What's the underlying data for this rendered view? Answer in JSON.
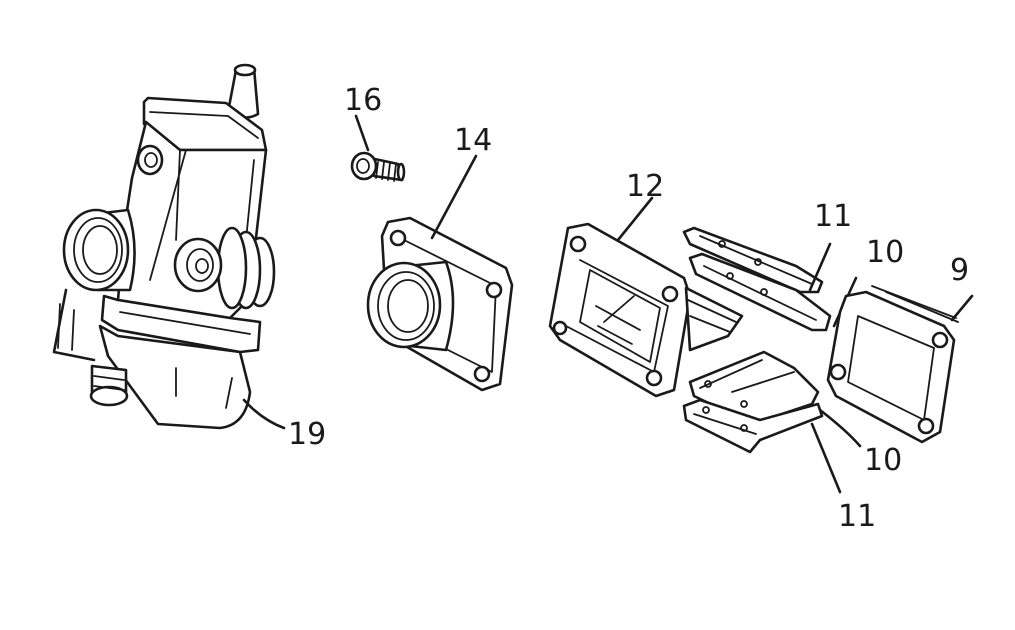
{
  "diagram": {
    "parts": [
      {
        "id": "carburetor",
        "label": "19"
      },
      {
        "id": "bolt",
        "label": "16"
      },
      {
        "id": "intake-manifold",
        "label": "14"
      },
      {
        "id": "reed-block",
        "label": "12"
      },
      {
        "id": "reed-petal-upper",
        "label": "11"
      },
      {
        "id": "reed-stopper-upper",
        "label": "10"
      },
      {
        "id": "gasket",
        "label": "9"
      },
      {
        "id": "reed-stopper-lower",
        "label": "10"
      },
      {
        "id": "reed-petal-lower",
        "label": "11"
      }
    ],
    "colors": {
      "line": "#1a1a1a",
      "background": "#ffffff"
    }
  }
}
